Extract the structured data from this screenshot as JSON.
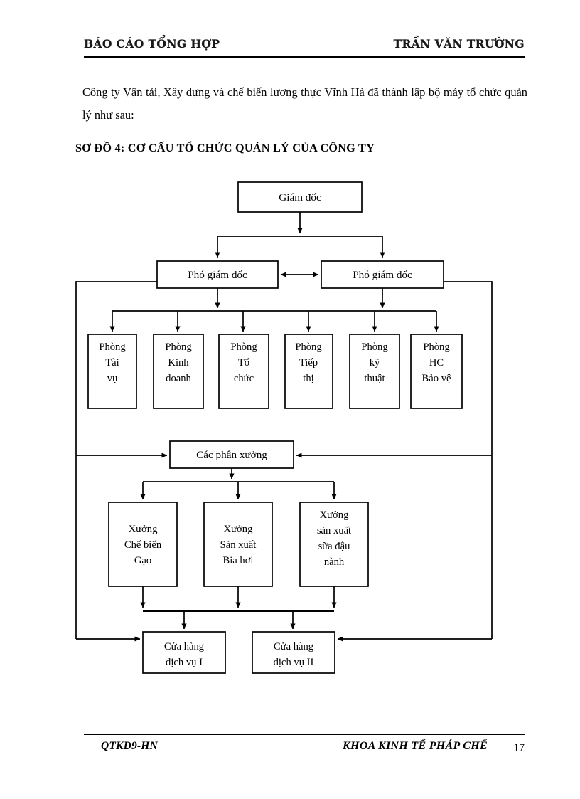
{
  "header": {
    "left": "BÁO CÁO TỔNG HỢP",
    "right": "TRẦN VĂN TRƯỜNG"
  },
  "body": {
    "paragraph": "Công ty Vận tải, Xây dựng và chế biến lương thực Vĩnh Hà đã thành lập bộ máy tổ chức quản lý như sau:"
  },
  "figure": {
    "heading": "SƠ ĐỒ 4: CƠ CẤU TỔ CHỨC QUẢN LÝ CỦA CÔNG TY"
  },
  "chart_data": {
    "type": "diagram",
    "title": "SƠ ĐỒ 4: CƠ CẤU TỔ CHỨC QUẢN LÝ CỦA CÔNG TY",
    "nodes": {
      "director": "Giám đốc",
      "deputy_left": "Phó giám đốc",
      "deputy_right": "Phó giám đốc",
      "departments": [
        {
          "lines": [
            "Phòng",
            "Tài",
            "vụ"
          ]
        },
        {
          "lines": [
            "Phòng",
            "Kinh",
            "doanh"
          ]
        },
        {
          "lines": [
            "Phòng",
            "Tổ",
            "chức"
          ]
        },
        {
          "lines": [
            "Phòng",
            "Tiếp",
            "thị"
          ]
        },
        {
          "lines": [
            "Phòng",
            "kỹ",
            "thuật"
          ]
        },
        {
          "lines": [
            "Phòng",
            "HC",
            "Bảo vệ"
          ]
        }
      ],
      "workshops_group": "Các phân xưởng",
      "workshops": [
        {
          "lines": [
            "Xưởng",
            "Chế biến",
            "Gạo"
          ]
        },
        {
          "lines": [
            "Xưởng",
            "Sản xuất",
            "Bia hơi"
          ]
        },
        {
          "lines": [
            "Xưởng",
            "sản xuất",
            "sữa đậu",
            "nành"
          ]
        }
      ],
      "shops": [
        {
          "lines": [
            "Cửa hàng",
            "dịch vụ I"
          ]
        },
        {
          "lines": [
            "Cửa hàng",
            "dịch vụ II"
          ]
        }
      ]
    },
    "edges": [
      {
        "from": "director",
        "to": "deputy_left",
        "style": "arrow-down"
      },
      {
        "from": "director",
        "to": "deputy_right",
        "style": "arrow-down"
      },
      {
        "from": "deputy_left",
        "to": "deputy_right",
        "style": "double-arrow"
      },
      {
        "from": "deputy_left",
        "to": "departments",
        "style": "bus-down"
      },
      {
        "from": "deputy_right",
        "to": "departments",
        "style": "bus-down"
      },
      {
        "from": "deputy_left",
        "to": "workshops_group",
        "style": "left-rail-arrow"
      },
      {
        "from": "deputy_right",
        "to": "workshops_group",
        "style": "right-rail-arrow"
      },
      {
        "from": "deputy_left",
        "to": "shops.0",
        "style": "left-rail-arrow"
      },
      {
        "from": "deputy_right",
        "to": "shops.1",
        "style": "right-rail-arrow"
      },
      {
        "from": "workshops_group",
        "to": "workshops",
        "style": "bus-down"
      },
      {
        "from": "workshops",
        "to": "shops",
        "style": "merge-bus-down"
      }
    ]
  },
  "footer": {
    "left": "QTKD9-HN",
    "center": "KHOA KINH TẾ PHÁP CHẾ",
    "page": "17"
  }
}
